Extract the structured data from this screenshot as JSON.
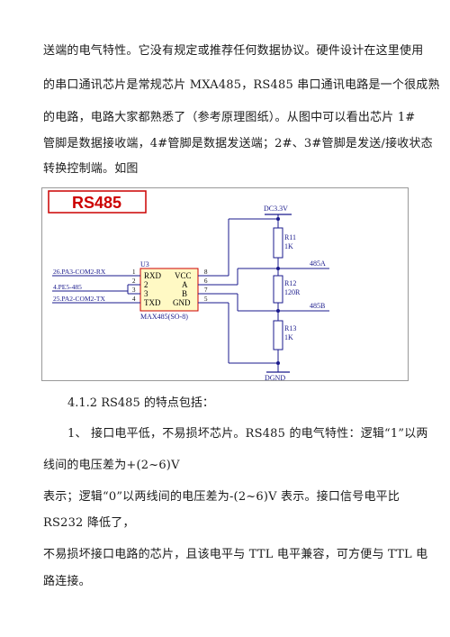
{
  "paragraph1": [
    "送端的电气特性。它没有规定或推荐任何数据协议。硬件设计在这里使用",
    "的串口通讯芯片是常规芯片 MXA485，RS485 串口通讯电路是一个很成熟",
    "的电路，电路大家都熟悉了（参考原理图纸）。从图中可以看出芯片 1#",
    "管脚是数据接收端，4#管脚是数据发送端；2#、3#管脚是发送/接收状态",
    "转换控制端。如图"
  ],
  "schematic": {
    "title": "RS485",
    "chip_ref": "U3",
    "chip_name": "MAX485(SO-8)",
    "pins_left": [
      {
        "num": "1",
        "name": "RXD",
        "net": "26.PA3-COM2-RX"
      },
      {
        "num": "2",
        "name": "2",
        "net": "4.PE5-485"
      },
      {
        "num": "3",
        "name": "3",
        "net": ""
      },
      {
        "num": "4",
        "name": "TXD",
        "net": "25.PA2-COM2-TX"
      }
    ],
    "pins_right": [
      {
        "num": "8",
        "name": "VCC"
      },
      {
        "num": "6",
        "name": "A"
      },
      {
        "num": "7",
        "name": "B"
      },
      {
        "num": "5",
        "name": "GND"
      }
    ],
    "power_label": "DC3.3V",
    "ground_label": "DGND",
    "resistors": [
      {
        "ref": "R11",
        "value": "1K"
      },
      {
        "ref": "R12",
        "value": "120R"
      },
      {
        "ref": "R13",
        "value": "1K"
      }
    ],
    "net_a": "485A",
    "net_b": "485B",
    "colors": {
      "title": "#cc0000",
      "wire": "#1a1a8c",
      "text": "#1a1a8c",
      "box": "#fff9c4",
      "border": "#cc0000"
    }
  },
  "heading": "4.1.2 RS485 的特点包括：",
  "paragraph2": [
    "1、  接口电平低，不易损坏芯片。RS485 的电气特性：逻辑“1”以两",
    "线间的电压差为+(2~6)V",
    "表示；逻辑“0”以两线间的电压差为-(2~6)V 表示。接口信号电平比",
    "RS232 降低了，",
    "不易损坏接口电路的芯片，且该电平与 TTL 电平兼容，可方便与 TTL 电",
    "路连接。"
  ]
}
